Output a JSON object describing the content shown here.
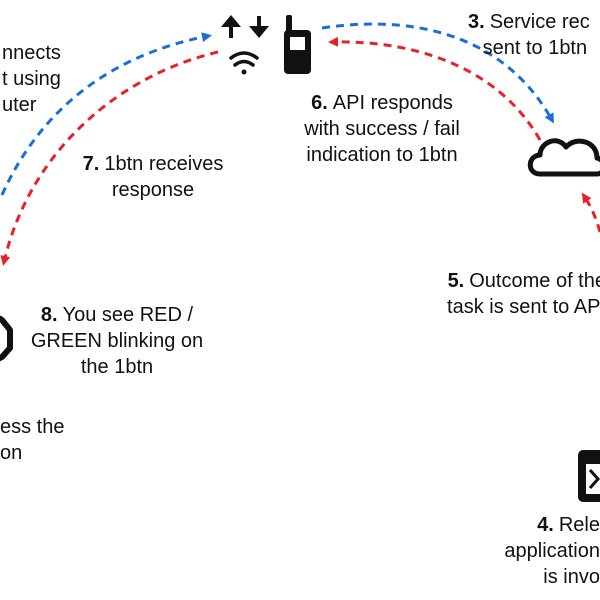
{
  "colors": {
    "arrow_blue": "#1a6fd6",
    "arrow_red": "#e8202a",
    "ink": "#111111"
  },
  "icons": [
    "upload-download-arrows-icon",
    "wifi-icon",
    "phone-device-icon",
    "cloud-icon",
    "hexagon-button-icon",
    "application-window-icon"
  ],
  "steps": {
    "s2": {
      "line1": "nnects",
      "line2": "t using",
      "line3": "uter"
    },
    "s3": {
      "num": "3.",
      "line1": "Service rec",
      "line2": "sent to 1btn"
    },
    "s6": {
      "num": "6.",
      "line1": "API responds",
      "line2": "with success / fail",
      "line3": "indication to 1btn"
    },
    "s7": {
      "num": "7.",
      "line1": "1btn receives",
      "line2": "response"
    },
    "s5": {
      "num": "5.",
      "line1": "Outcome of the",
      "line2": "task is sent to API"
    },
    "s8": {
      "num": "8.",
      "line1": "You see RED /",
      "line2": "GREEN blinking on",
      "line3": "the 1btn"
    },
    "s1": {
      "line1": "ess the",
      "line2": "on"
    },
    "s4": {
      "num": "4.",
      "line1": "Rele",
      "line2": "application",
      "line3": "is invo"
    }
  }
}
